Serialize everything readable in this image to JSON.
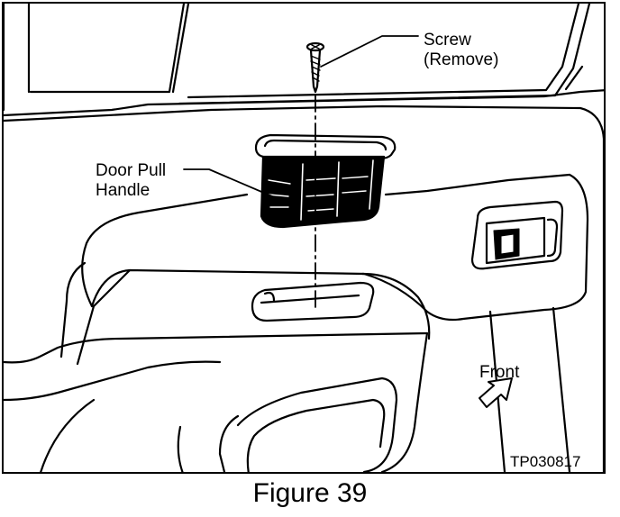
{
  "labels": {
    "screw": "Screw",
    "screw_note": "(Remove)",
    "handle_line1": "Door Pull",
    "handle_line2": "Handle",
    "front": "Front",
    "code": "TP030817"
  },
  "caption": "Figure 39"
}
